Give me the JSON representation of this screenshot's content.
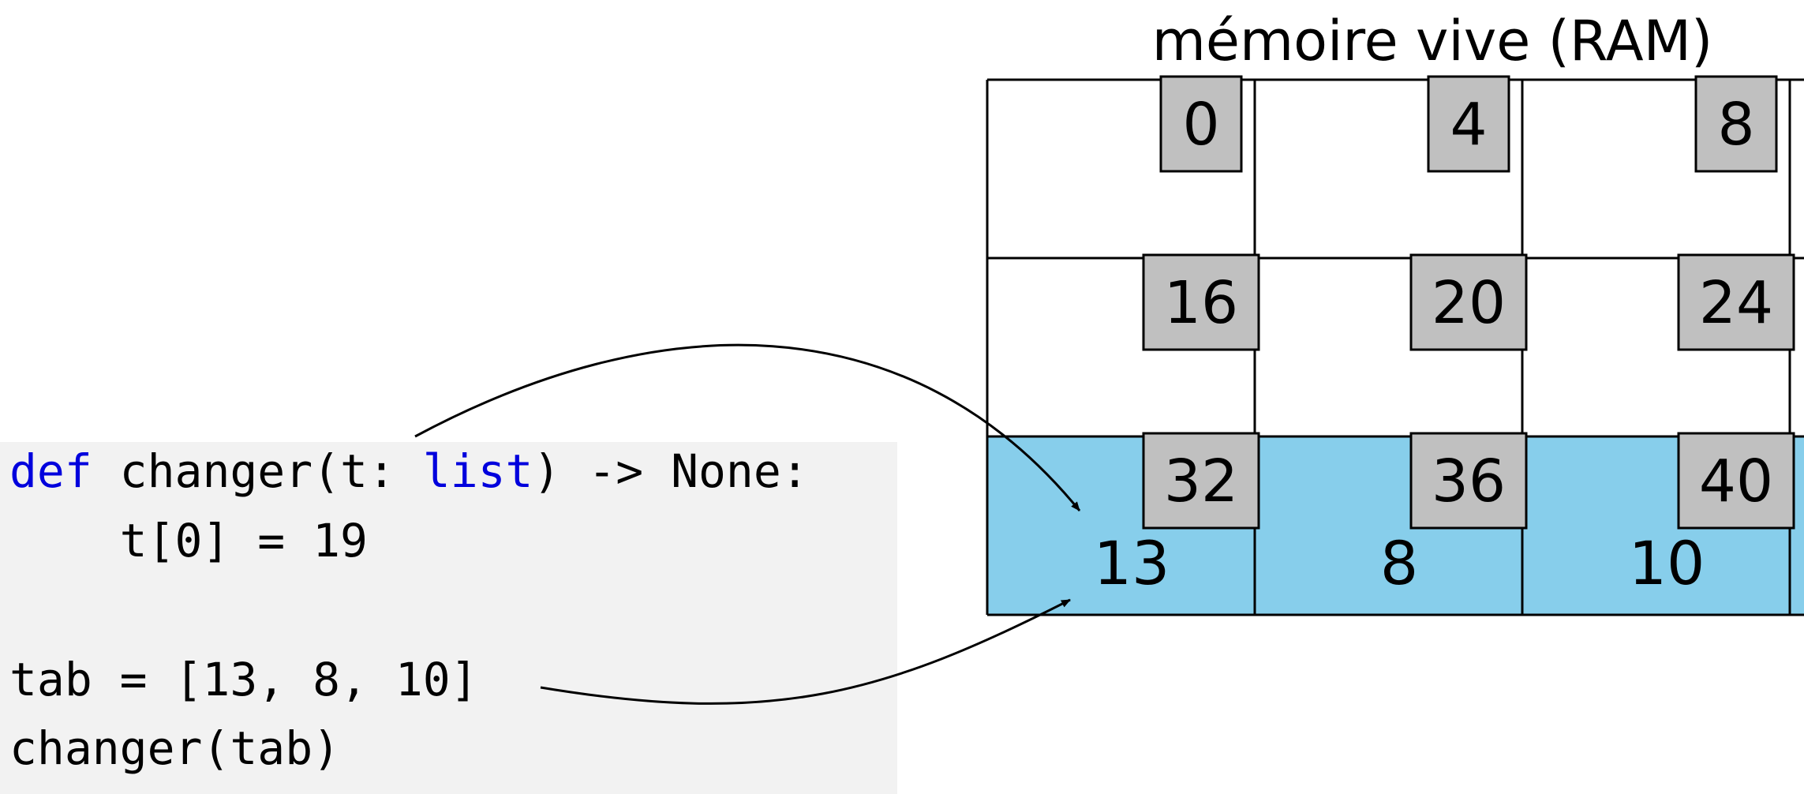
{
  "memory": {
    "title": "mémoire vive (RAM)",
    "rows": [
      {
        "cells": [
          {
            "address": "0",
            "value": ""
          },
          {
            "address": "4",
            "value": ""
          },
          {
            "address": "8",
            "value": ""
          }
        ]
      },
      {
        "cells": [
          {
            "address": "16",
            "value": ""
          },
          {
            "address": "20",
            "value": ""
          },
          {
            "address": "24",
            "value": ""
          }
        ]
      },
      {
        "cells": [
          {
            "address": "32",
            "value": "13"
          },
          {
            "address": "36",
            "value": "8"
          },
          {
            "address": "40",
            "value": "10"
          }
        ]
      }
    ]
  },
  "code": {
    "lines": [
      [
        {
          "text": "def",
          "kind": "keyword"
        },
        {
          "text": " changer(t: ",
          "kind": "plain"
        },
        {
          "text": "list",
          "kind": "keyword"
        },
        {
          "text": ") -> None:",
          "kind": "plain"
        }
      ],
      [
        {
          "text": "    t[0] = 19",
          "kind": "plain"
        }
      ],
      [],
      [
        {
          "text": "tab = [13, 8, 10]",
          "kind": "plain"
        }
      ],
      [
        {
          "text": "changer(tab)",
          "kind": "plain"
        }
      ]
    ]
  },
  "colors": {
    "highlight": "#87ceeb",
    "address_box": "#c0c0c0",
    "code_background": "#f2f2f2",
    "keyword": "#0000dd"
  }
}
